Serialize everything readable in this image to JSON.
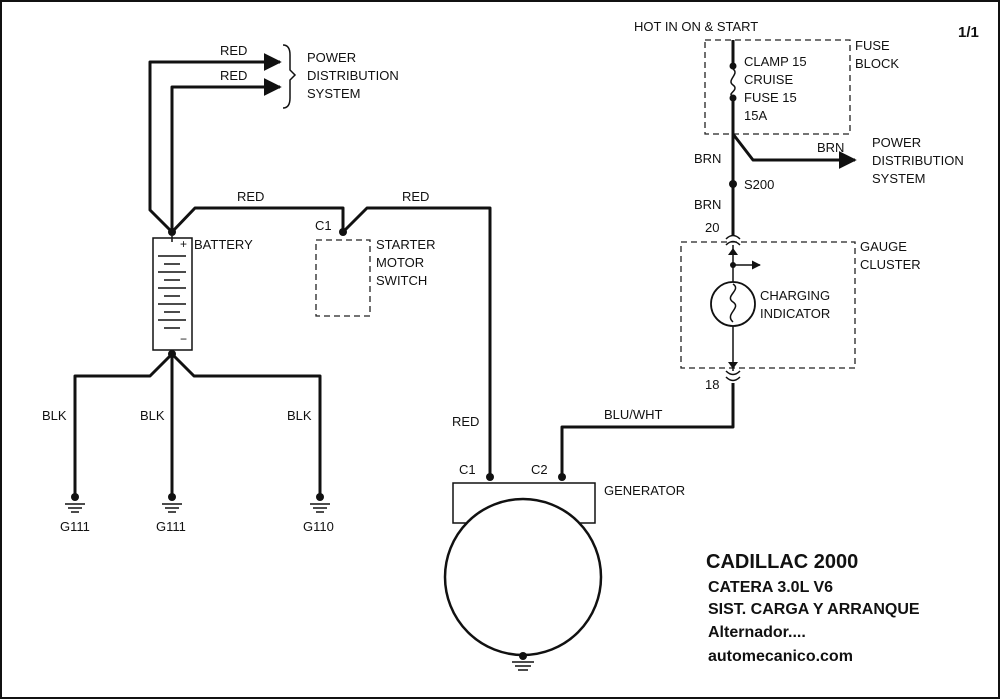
{
  "page_number": "1/1",
  "hot_label": "HOT IN ON & START",
  "fuse_block": {
    "title_line1": "FUSE",
    "title_line2": "BLOCK",
    "fuse_lines": [
      "CLAMP 15",
      "CRUISE",
      "FUSE 15",
      "15A"
    ]
  },
  "power_dist": {
    "line1": "POWER",
    "line2": "DISTRIBUTION",
    "line3": "SYSTEM"
  },
  "wires": {
    "red": "RED",
    "blk": "BLK",
    "brn": "BRN",
    "blu_wht": "BLU/WHT"
  },
  "splice": "S200",
  "battery_label": "BATTERY",
  "starter": {
    "connector": "C1",
    "line1": "STARTER",
    "line2": "MOTOR",
    "line3": "SWITCH"
  },
  "grounds": [
    "G111",
    "G111",
    "G110"
  ],
  "gauge_cluster": {
    "line1": "GAUGE",
    "line2": "CLUSTER",
    "pin_top": "20",
    "pin_bottom": "18",
    "indicator_line1": "CHARGING",
    "indicator_line2": "INDICATOR"
  },
  "generator": {
    "label": "GENERATOR",
    "c1": "C1",
    "c2": "C2"
  },
  "title_block": {
    "line1": "CADILLAC 2000",
    "line2": "CATERA  3.0L  V6",
    "line3": "SIST. CARGA Y ARRANQUE",
    "line4": "Alternador....",
    "line5": "automecanico.com"
  }
}
